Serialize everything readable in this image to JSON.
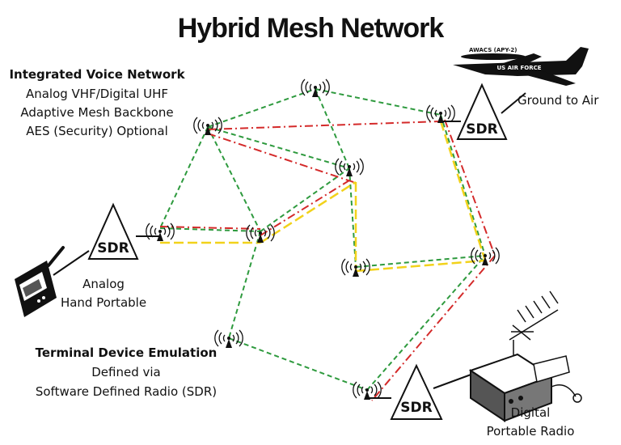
{
  "title": "Hybrid Mesh Network",
  "voice_network": {
    "heading": "Integrated Voice Network",
    "lines": [
      "Analog VHF/Digital UHF",
      "Adaptive Mesh Backbone",
      "AES (Security) Optional"
    ]
  },
  "terminal_emulation": {
    "heading": "Terminal Device Emulation",
    "lines": [
      "Defined via",
      "Software Defined Radio (SDR)"
    ]
  },
  "sdr_label": "SDR",
  "analog_radio": {
    "line1": "Analog",
    "line2": "Hand Portable"
  },
  "ground_to_air": "Ground to Air",
  "digital_radio": {
    "line1": "Digital",
    "line2": "Portable Radio"
  },
  "aircraft": {
    "model": "AWACS (APY-2)",
    "marking": "US AIR FORCE"
  },
  "colors": {
    "green_link": "#2e9a3e",
    "red_link": "#d42a2a",
    "yellow_link": "#f2d21b"
  },
  "icons": [
    "radio-tower-icon",
    "handheld-radio-icon",
    "aircraft-icon",
    "antenna-icon",
    "portable-radio-icon"
  ]
}
